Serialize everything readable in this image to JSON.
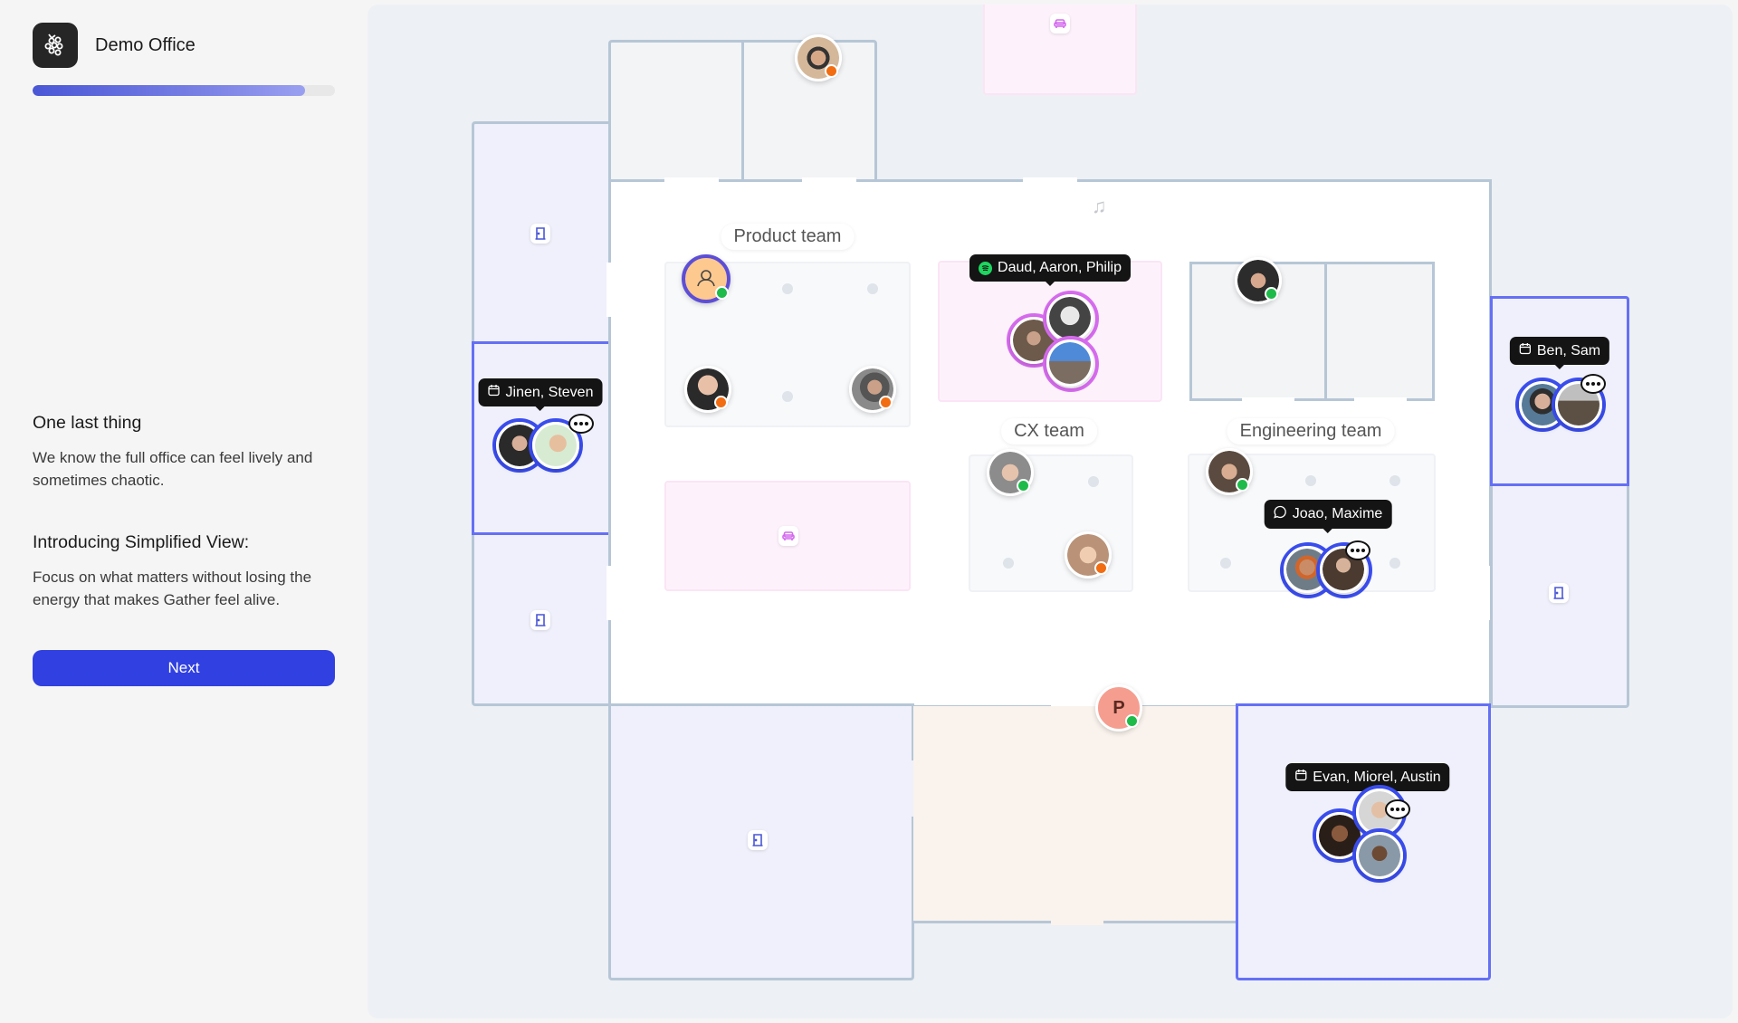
{
  "app": {
    "workspace_name": "Demo Office",
    "logo_icon": "grapes-logo-icon",
    "progress_percent": 90
  },
  "onboarding": {
    "section1": {
      "title": "One last thing",
      "body": "We know the full office can feel lively and sometimes chaotic."
    },
    "section2": {
      "title": "Introducing Simplified View:",
      "body": "Focus on what matters without losing the energy that makes Gather feel alive."
    },
    "next_label": "Next"
  },
  "map": {
    "team_labels": {
      "product": "Product team",
      "cx": "CX team",
      "engineering": "Engineering team"
    },
    "groups": {
      "spotify": {
        "icon": "spotify-icon",
        "label": "Daud, Aaron, Philip"
      },
      "meeting_left": {
        "icon": "calendar-icon",
        "label": "Jinen, Steven"
      },
      "meeting_right": {
        "icon": "calendar-icon",
        "label": "Ben, Sam"
      },
      "chat_eng": {
        "icon": "chat-icon",
        "label": "Joao, Maxime"
      },
      "meeting_bottom": {
        "icon": "calendar-icon",
        "label": "Evan, Miorel, Austin"
      }
    },
    "initial_avatar": {
      "letter": "P",
      "status": "online"
    },
    "colors": {
      "selected_room_border": "#6570f5",
      "online": "#1fbb4a",
      "headphones": "#f26d12",
      "spotify_ring": "#d86cf0",
      "meeting_ring": "#3b4ef0"
    }
  }
}
